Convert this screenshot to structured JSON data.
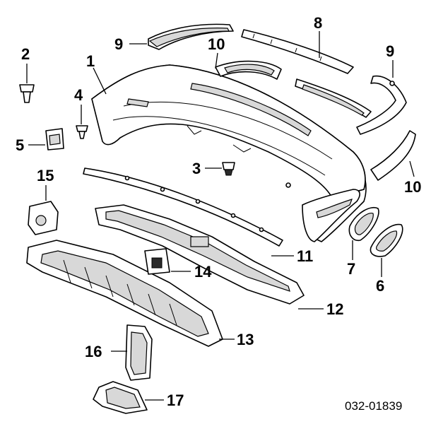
{
  "callouts": {
    "p1": "1",
    "p2": "2",
    "p3": "3",
    "p4": "4",
    "p5": "5",
    "p6": "6",
    "p7": "7",
    "p8": "8",
    "p9a": "9",
    "p9b": "9",
    "p10a": "10",
    "p10b": "10",
    "p11": "11",
    "p12": "12",
    "p13": "13",
    "p14": "14",
    "p15": "15",
    "p16": "16",
    "p17": "17"
  },
  "diagram_code": "032-01839"
}
